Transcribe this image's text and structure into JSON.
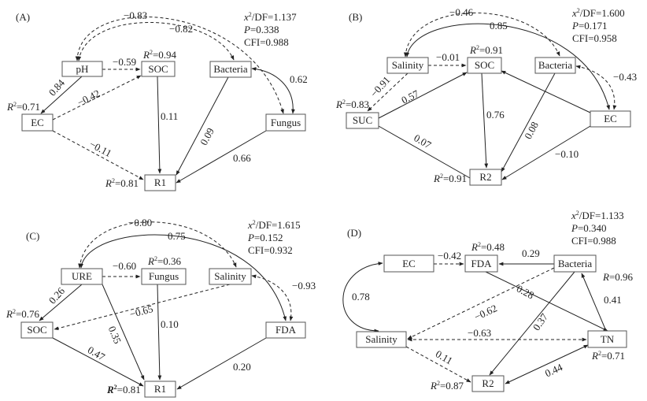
{
  "panels": [
    {
      "id": "A",
      "label": "(A)",
      "fit": {
        "chi": "x",
        "chi_sup": "2",
        "chi_rest": "/DF=1.137",
        "p_label": "P",
        "p_rest": "=0.338",
        "cfi": "CFI=0.988"
      },
      "nodes": [
        {
          "key": "pH",
          "label": "pH"
        },
        {
          "key": "SOC",
          "label": "SOC",
          "r2": "0.94"
        },
        {
          "key": "Bacteria",
          "label": "Bacteria"
        },
        {
          "key": "EC",
          "label": "EC",
          "r2": "0.71"
        },
        {
          "key": "Fungus",
          "label": "Fungus"
        },
        {
          "key": "R1",
          "label": "R1",
          "r2": "0.81"
        }
      ],
      "paths": [
        {
          "from": "pH",
          "to": "SOC",
          "coef": "−0.59",
          "sign": "negative"
        },
        {
          "from": "pH",
          "to": "EC",
          "coef": "0.84",
          "sign": "positive"
        },
        {
          "from": "EC",
          "to": "SOC",
          "coef": "−0.42",
          "sign": "negative"
        },
        {
          "from": "SOC",
          "to": "R1",
          "coef": "0.11",
          "sign": "positive"
        },
        {
          "from": "Bacteria",
          "to": "R1",
          "coef": "0.09",
          "sign": "positive"
        },
        {
          "from": "EC",
          "to": "R1",
          "coef": "−0.11",
          "sign": "negative"
        },
        {
          "from": "Fungus",
          "to": "R1",
          "coef": "0.66",
          "sign": "positive"
        },
        {
          "from": "Bacteria",
          "to": "pH",
          "coef": "−0.82",
          "sign": "negative",
          "type": "covariance"
        },
        {
          "from": "Fungus",
          "to": "pH",
          "coef": "−0.83",
          "sign": "negative",
          "type": "covariance"
        },
        {
          "from": "Bacteria",
          "to": "Fungus",
          "coef": "0.62",
          "sign": "positive",
          "type": "covariance"
        }
      ]
    },
    {
      "id": "B",
      "label": "(B)",
      "fit": {
        "chi": "x",
        "chi_sup": "2",
        "chi_rest": "/DF=1.600",
        "p_label": "P",
        "p_rest": "=0.171",
        "cfi": "CFI=0.958"
      },
      "nodes": [
        {
          "key": "Salinity",
          "label": "Salinity"
        },
        {
          "key": "SOC",
          "label": "SOC",
          "r2": "0.91"
        },
        {
          "key": "Bacteria",
          "label": "Bacteria"
        },
        {
          "key": "SUC",
          "label": "SUC",
          "r2": "0.83"
        },
        {
          "key": "EC",
          "label": "EC"
        },
        {
          "key": "R2",
          "label": "R2",
          "r2": "0.91"
        }
      ],
      "paths": [
        {
          "from": "Salinity",
          "to": "SOC",
          "coef": "−0.01",
          "sign": "negative"
        },
        {
          "from": "Salinity",
          "to": "SUC",
          "coef": "−0.91",
          "sign": "negative"
        },
        {
          "from": "SUC",
          "to": "SOC",
          "coef": "0.57",
          "sign": "positive"
        },
        {
          "from": "SOC",
          "to": "R2",
          "coef": "0.76",
          "sign": "positive"
        },
        {
          "from": "Bacteria",
          "to": "R2",
          "coef": "0.08",
          "sign": "positive"
        },
        {
          "from": "SUC",
          "to": "R2",
          "coef": "0.07",
          "sign": "positive"
        },
        {
          "from": "EC",
          "to": "R2",
          "coef": "−0.10",
          "sign": "negative"
        },
        {
          "from": "EC",
          "to": "SOC",
          "coef": "",
          "sign": "positive"
        },
        {
          "from": "Bacteria",
          "to": "Salinity",
          "coef": "−0.46",
          "sign": "negative",
          "type": "covariance"
        },
        {
          "from": "EC",
          "to": "Salinity",
          "coef": "0.85",
          "sign": "positive",
          "type": "covariance"
        },
        {
          "from": "Bacteria",
          "to": "EC",
          "coef": "−0.43",
          "sign": "negative",
          "type": "covariance"
        }
      ]
    },
    {
      "id": "C",
      "label": "(C)",
      "fit": {
        "chi": "x",
        "chi_sup": "2",
        "chi_rest": "/DF=1.615",
        "p_label": "P",
        "p_rest": "=0.152",
        "cfi": "CFI=0.932"
      },
      "nodes": [
        {
          "key": "URE",
          "label": "URE"
        },
        {
          "key": "Fungus",
          "label": "Fungus",
          "r2": "0.36"
        },
        {
          "key": "Salinity",
          "label": "Salinity"
        },
        {
          "key": "SOC",
          "label": "SOC",
          "r2": "0.76"
        },
        {
          "key": "FDA",
          "label": "FDA"
        },
        {
          "key": "R1",
          "label": "R1",
          "r2": "0.81"
        }
      ],
      "paths": [
        {
          "from": "URE",
          "to": "Fungus",
          "coef": "−0.60",
          "sign": "negative"
        },
        {
          "from": "URE",
          "to": "SOC",
          "coef": "0.26",
          "sign": "positive"
        },
        {
          "from": "URE",
          "to": "R1",
          "coef": "0.35",
          "sign": "positive"
        },
        {
          "from": "Salinity",
          "to": "SOC",
          "coef": "−0.65",
          "sign": "negative"
        },
        {
          "from": "Fungus",
          "to": "R1",
          "coef": "0.10",
          "sign": "positive"
        },
        {
          "from": "SOC",
          "to": "R1",
          "coef": "0.47",
          "sign": "positive"
        },
        {
          "from": "FDA",
          "to": "R1",
          "coef": "0.20",
          "sign": "positive"
        },
        {
          "from": "Salinity",
          "to": "URE",
          "coef": "−0.80",
          "sign": "negative",
          "type": "covariance"
        },
        {
          "from": "FDA",
          "to": "URE",
          "coef": "0.75",
          "sign": "positive",
          "type": "covariance"
        },
        {
          "from": "Salinity",
          "to": "FDA",
          "coef": "−0.93",
          "sign": "negative",
          "type": "covariance"
        }
      ]
    },
    {
      "id": "D",
      "label": "(D)",
      "fit": {
        "chi": "x",
        "chi_sup": "2",
        "chi_rest": "/DF=1.133",
        "p_label": "P",
        "p_rest": "=0.340",
        "cfi": "CFI=0.988"
      },
      "nodes": [
        {
          "key": "EC",
          "label": "EC"
        },
        {
          "key": "FDA",
          "label": "FDA",
          "r2": "0.48"
        },
        {
          "key": "Bacteria",
          "label": "Bacteria",
          "r_label": "R",
          "r_value": "0.96"
        },
        {
          "key": "Salinity",
          "label": "Salinity"
        },
        {
          "key": "TN",
          "label": "TN",
          "r2": "0.71"
        },
        {
          "key": "R2",
          "label": "R2",
          "r2": "0.87"
        }
      ],
      "paths": [
        {
          "from": "EC",
          "to": "FDA",
          "coef": "−0.42",
          "sign": "negative"
        },
        {
          "from": "Bacteria",
          "to": "FDA",
          "coef": "0.29",
          "sign": "positive"
        },
        {
          "from": "FDA",
          "to": "TN",
          "coef": "0.28",
          "sign": "positive"
        },
        {
          "from": "Bacteria",
          "to": "Salinity",
          "coef": "−0.62",
          "sign": "negative"
        },
        {
          "from": "Bacteria",
          "to": "R2",
          "coef": "0.37",
          "sign": "positive"
        },
        {
          "from": "TN",
          "to": "Bacteria",
          "coef": "0.41",
          "sign": "positive"
        },
        {
          "from": "Salinity",
          "to": "TN",
          "coef": "−0.63",
          "sign": "negative",
          "type": "covariance"
        },
        {
          "from": "Salinity",
          "to": "R2",
          "coef": "0.11",
          "sign": "positive"
        },
        {
          "from": "TN",
          "to": "R2",
          "coef": "0.44",
          "sign": "positive",
          "type": "covariance"
        },
        {
          "from": "EC",
          "to": "Salinity",
          "coef": "0.78",
          "sign": "positive",
          "type": "covariance"
        }
      ]
    }
  ],
  "r2_prefix": "R",
  "r2_sup": "2"
}
